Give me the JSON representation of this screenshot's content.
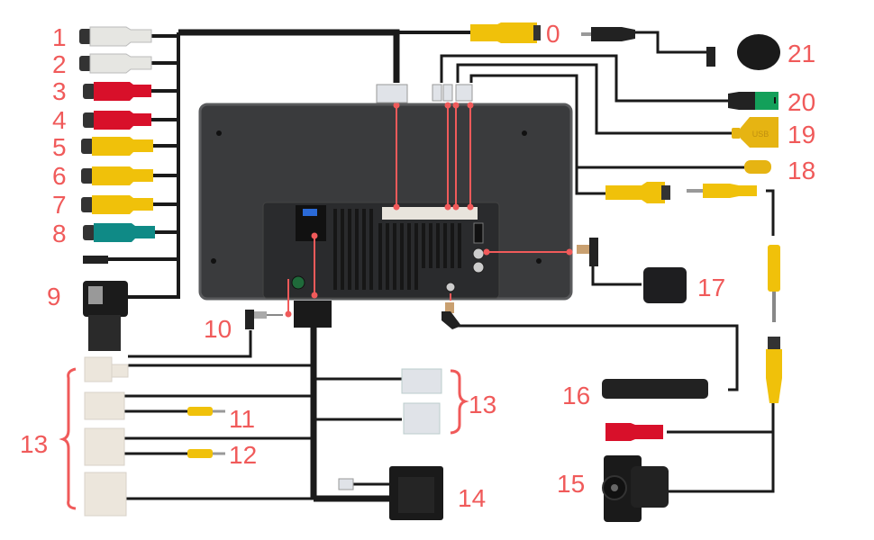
{
  "diagram": {
    "title": "Car stereo head unit wiring diagram",
    "colors": {
      "label": "#f05a5a",
      "cable": "#1a1a1a",
      "unit": "#3a3b3d",
      "rca_white": "#e6e6e2",
      "rca_red": "#d8102a",
      "rca_yellow": "#f0c10a",
      "rca_green": "#0f8a86",
      "connector": "#ece6dc"
    },
    "labels": [
      {
        "id": "0",
        "text": "0",
        "part": "rca-yellow-female-video"
      },
      {
        "id": "1",
        "text": "1",
        "part": "rca-white"
      },
      {
        "id": "2",
        "text": "2",
        "part": "rca-white"
      },
      {
        "id": "3",
        "text": "3",
        "part": "rca-red"
      },
      {
        "id": "4",
        "text": "4",
        "part": "rca-red"
      },
      {
        "id": "5",
        "text": "5",
        "part": "rca-yellow"
      },
      {
        "id": "6",
        "text": "6",
        "part": "rca-yellow"
      },
      {
        "id": "7",
        "text": "7",
        "part": "rca-yellow"
      },
      {
        "id": "8",
        "text": "8",
        "part": "rca-green"
      },
      {
        "id": "9",
        "text": "9",
        "part": "sim-card-slot"
      },
      {
        "id": "10",
        "text": "10",
        "part": "right-angle-plug"
      },
      {
        "id": "11",
        "text": "11",
        "part": "rca-yellow-male"
      },
      {
        "id": "12",
        "text": "12",
        "part": "rca-yellow-male"
      },
      {
        "id": "13a",
        "text": "13",
        "part": "harness-connectors-left"
      },
      {
        "id": "13b",
        "text": "13",
        "part": "harness-connectors-right"
      },
      {
        "id": "14",
        "text": "14",
        "part": "canbus-box"
      },
      {
        "id": "15",
        "text": "15",
        "part": "rear-camera"
      },
      {
        "id": "16",
        "text": "16",
        "part": "antenna"
      },
      {
        "id": "17",
        "text": "17",
        "part": "gps-antenna"
      },
      {
        "id": "18",
        "text": "18",
        "part": "yellow-cap"
      },
      {
        "id": "19",
        "text": "19",
        "part": "usb-port"
      },
      {
        "id": "20",
        "text": "20",
        "part": "green-plug"
      },
      {
        "id": "21",
        "text": "21",
        "part": "microphone"
      }
    ],
    "usb_text": "USB"
  }
}
